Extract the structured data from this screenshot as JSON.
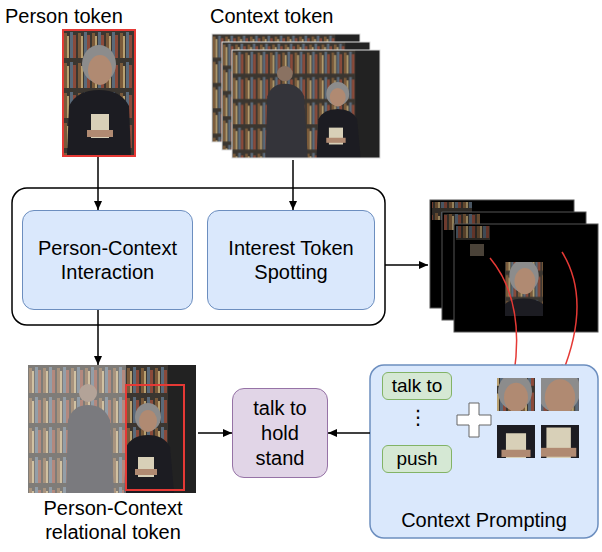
{
  "diagram": {
    "nodes": [
      {
        "text": [
          "Person token"
        ]
      },
      {
        "text": [
          "Context token"
        ]
      },
      {
        "text": [
          "Person-Context Interaction"
        ]
      },
      {
        "text": [
          "Interest Token Spotting"
        ]
      },
      {
        "text": [
          "Person-Context relational token"
        ]
      },
      {
        "text": [
          "talk to",
          "hold",
          "stand"
        ]
      },
      {
        "text": [
          "Context Prompting"
        ]
      },
      {
        "text": [
          "talk to"
        ],
        "in": 6
      },
      {
        "text": [
          "push"
        ],
        "in": 6
      }
    ],
    "edges": [
      {
        "from": 0,
        "to": 2,
        "arrow": "to"
      },
      {
        "from": 1,
        "to": 3,
        "arrow": "to"
      },
      {
        "from": 2,
        "to": 4,
        "arrow": "to"
      },
      {
        "from": 4,
        "to": 5,
        "arrow": "to"
      },
      {
        "from": 6,
        "to": 5,
        "arrow": "to"
      }
    ],
    "labels": [
      "⋮"
    ]
  }
}
